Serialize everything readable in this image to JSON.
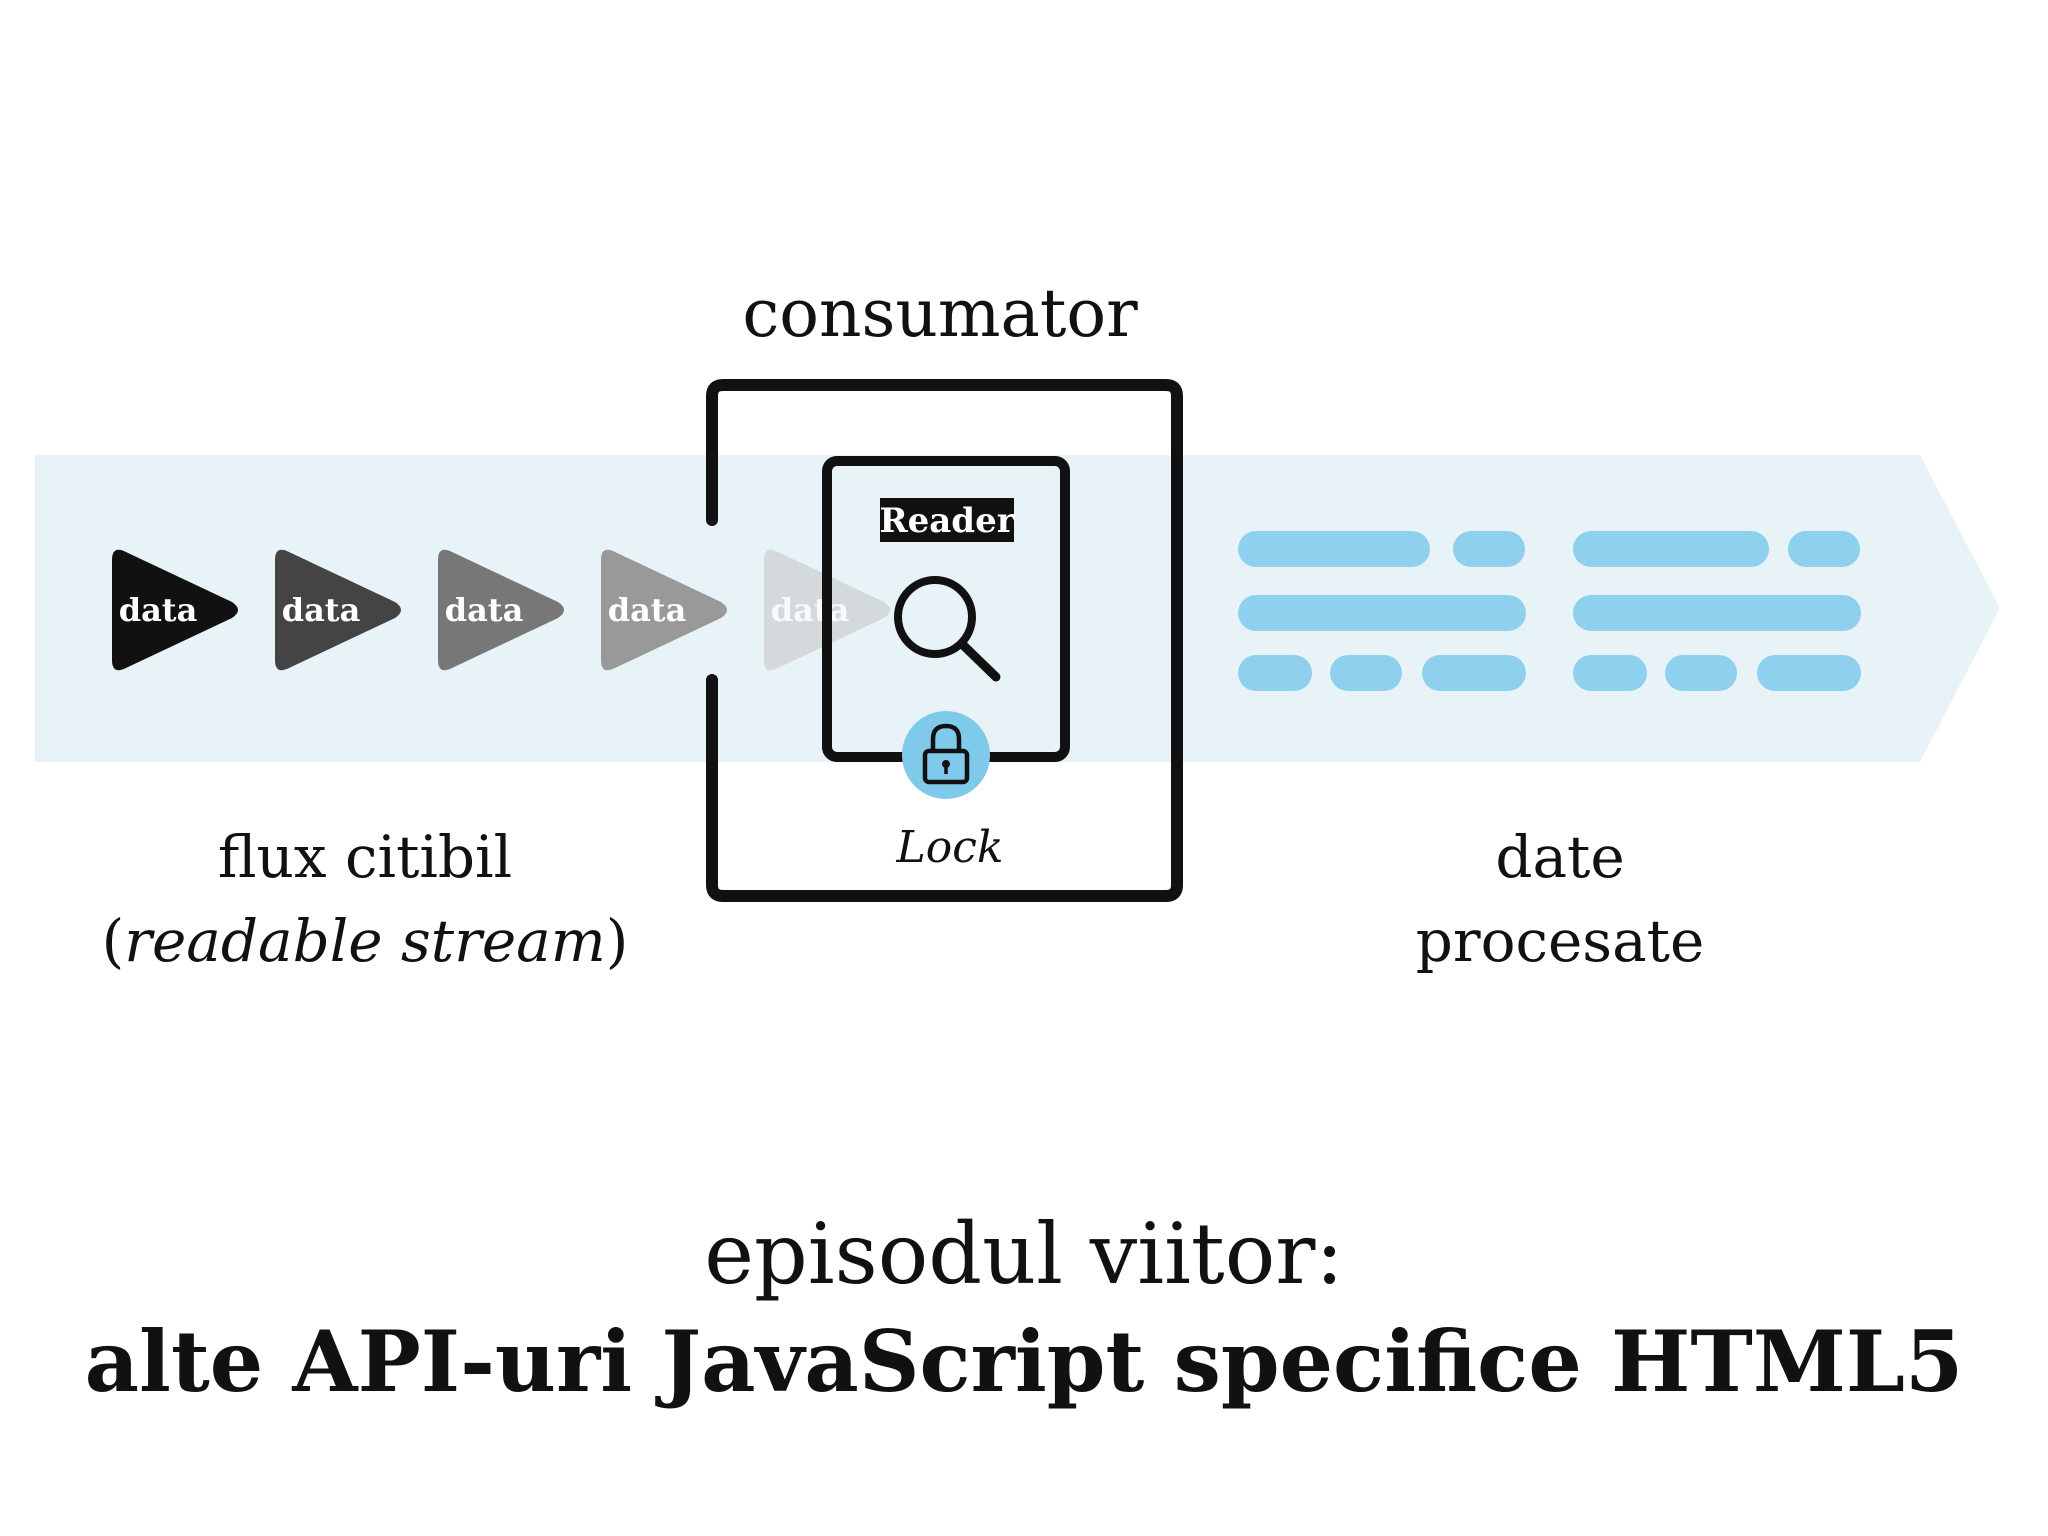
{
  "diagram": {
    "consumer_title": "consumator",
    "reader_label": "Reader",
    "lock_label": "Lock",
    "chunk_label": "data",
    "chunks": [
      {
        "label": "data",
        "color": "#111111",
        "opacity": 1
      },
      {
        "label": "data",
        "color": "#444444",
        "opacity": 1
      },
      {
        "label": "data",
        "color": "#777777",
        "opacity": 1
      },
      {
        "label": "data",
        "color": "#999999",
        "opacity": 1
      },
      {
        "label": "data",
        "color": "#c8c8c8",
        "opacity": 0.6
      }
    ],
    "stream_label": {
      "line1": "flux citibil",
      "line2_open": "(",
      "line2_italic": "readable stream",
      "line2_close": ")"
    },
    "processed_label": {
      "line1": "date",
      "line2": "procesate"
    },
    "colors": {
      "stream_band": "#e8f3f8",
      "processed_bars": "#8fd0ee",
      "lock_circle": "#7fc9ea",
      "frame": "#111111"
    }
  },
  "footer": {
    "next_episode": "episodul viitor:",
    "next_title": "alte API-uri JavaScript specifice HTML5"
  }
}
